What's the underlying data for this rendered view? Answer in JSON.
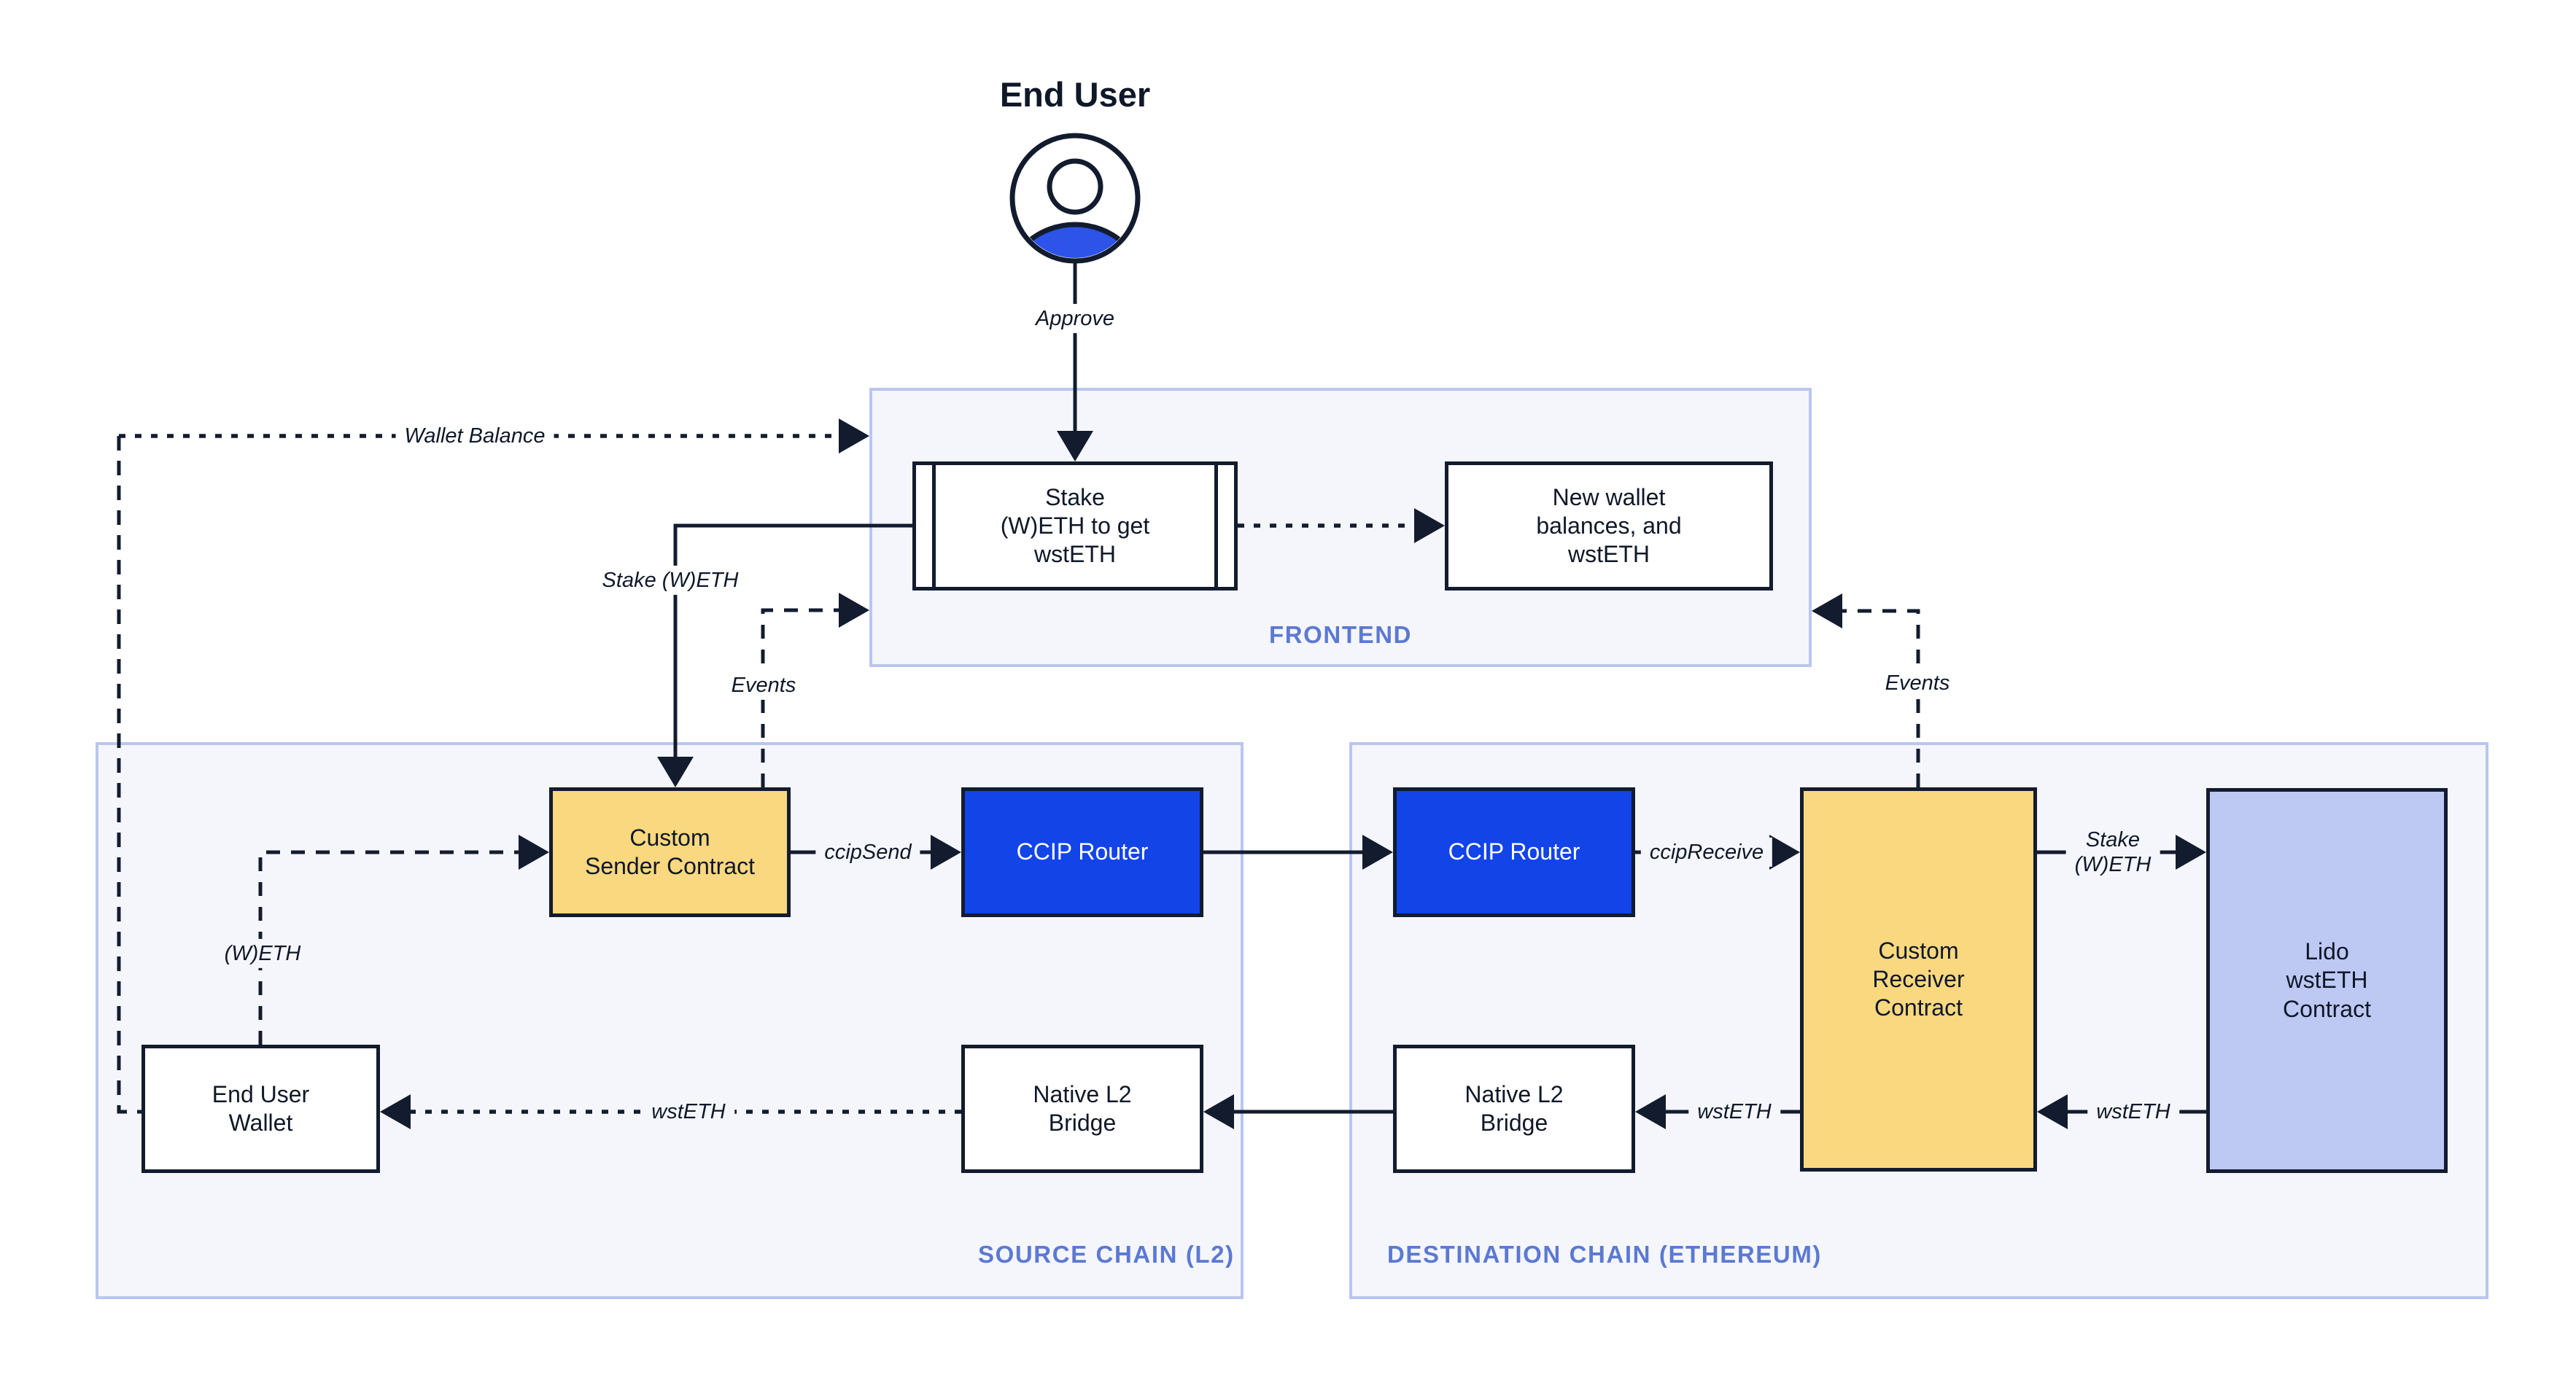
{
  "colors": {
    "accent_blue": "#1244e8",
    "node_yellow": "#fad87f",
    "node_lavender": "#bdc9f3",
    "container_fill": "#f4f6fc",
    "container_border": "#bac6f0",
    "container_label": "#5c79d2",
    "stroke_dark": "#131c2e",
    "person_fill_blue": "#2d53e8"
  },
  "actor": {
    "title": "End User",
    "icon": "user-icon"
  },
  "containers": {
    "frontend": {
      "label": "FRONTEND"
    },
    "source_chain": {
      "label": "SOURCE CHAIN (L2)"
    },
    "destination_chain": {
      "label": "DESTINATION CHAIN (ETHEREUM)"
    }
  },
  "nodes": {
    "stake_widget": {
      "label": "Stake\n(W)ETH to get\nwstETH",
      "shape": "subroutine"
    },
    "new_wallet": {
      "label": "New wallet\nbalances, and\nwstETH"
    },
    "custom_sender": {
      "label": "Custom\nSender Contract"
    },
    "ccip_router_source": {
      "label": "CCIP Router"
    },
    "end_user_wallet": {
      "label": "End User\nWallet"
    },
    "native_bridge_source": {
      "label": "Native L2\nBridge"
    },
    "ccip_router_destination": {
      "label": "CCIP Router"
    },
    "custom_receiver": {
      "label": "Custom\nReceiver\nContract"
    },
    "lido_wsteth": {
      "label": "Lido\nwstETH\nContract"
    },
    "native_bridge_destination": {
      "label": "Native L2\nBridge"
    }
  },
  "edge_labels": {
    "approve": "Approve",
    "wallet_balance": "Wallet Balance",
    "stake_weth": "Stake (W)ETH",
    "events_left": "Events",
    "events_right": "Events",
    "weth": "(W)ETH",
    "ccip_send": "ccipSend",
    "ccip_receive": "ccipReceive",
    "stake_weth_lido": "Stake\n(W)ETH",
    "wsteth_from_lido": "wstETH",
    "wsteth_to_bridge": "wstETH",
    "wsteth_to_wallet": "wstETH"
  }
}
